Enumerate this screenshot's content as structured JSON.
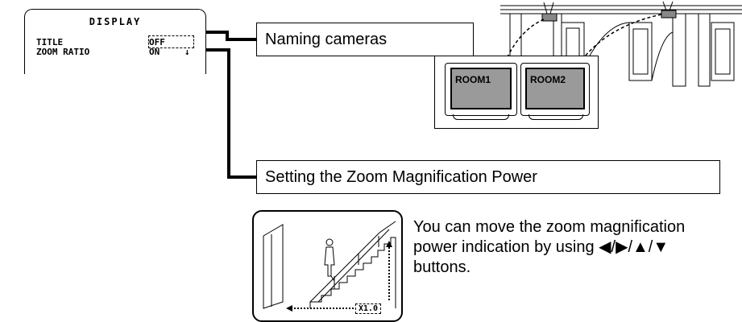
{
  "osd": {
    "heading": "DISPLAY",
    "items": [
      {
        "label": "TITLE",
        "value": "OFF"
      },
      {
        "label": "ZOOM RATIO",
        "value": "ON",
        "arrow": "↓"
      }
    ]
  },
  "callouts": {
    "naming": "Naming cameras",
    "zoom": "Setting the Zoom Magnification Power"
  },
  "monitors": [
    {
      "label": "ROOM1"
    },
    {
      "label": "ROOM2"
    }
  ],
  "zoom_indicator": "X1.0",
  "info": {
    "text": "You can move the zoom magnification power indication by using ◀/▶/▲/▼ buttons."
  },
  "colors": {
    "screen_gray": "#9a9a9a",
    "line": "#000000"
  }
}
